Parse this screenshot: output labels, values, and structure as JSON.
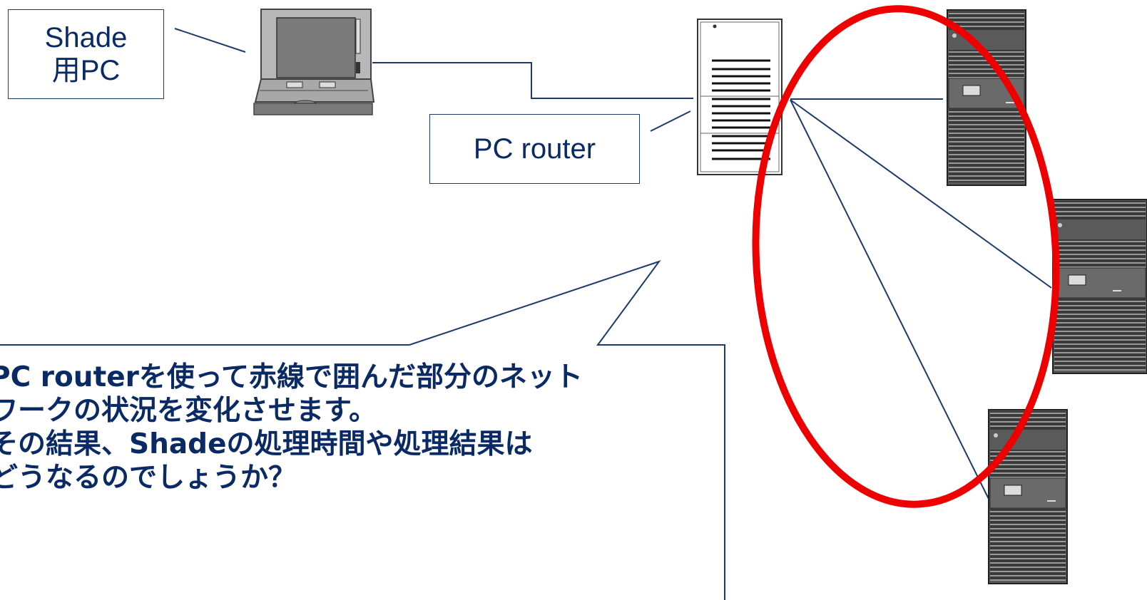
{
  "labels": {
    "shade_pc_line1": "Shade",
    "shade_pc_line2": "用PC",
    "pc_router": "PC router"
  },
  "callout": {
    "lines": [
      "PC routerを使って赤線で囲んだ部分のネット",
      "ワークの状況を変化させます。",
      "その結果、Shadeの処理時間や処理結果は",
      "どうなるのでしょうか？"
    ]
  },
  "colors": {
    "ink": "#0a2a66",
    "line": "#1c3a6a",
    "highlight": "#ee0000",
    "device_gray": "#555555"
  },
  "icons": [
    "laptop-icon",
    "router-tower-icon",
    "server-tower-icon"
  ]
}
